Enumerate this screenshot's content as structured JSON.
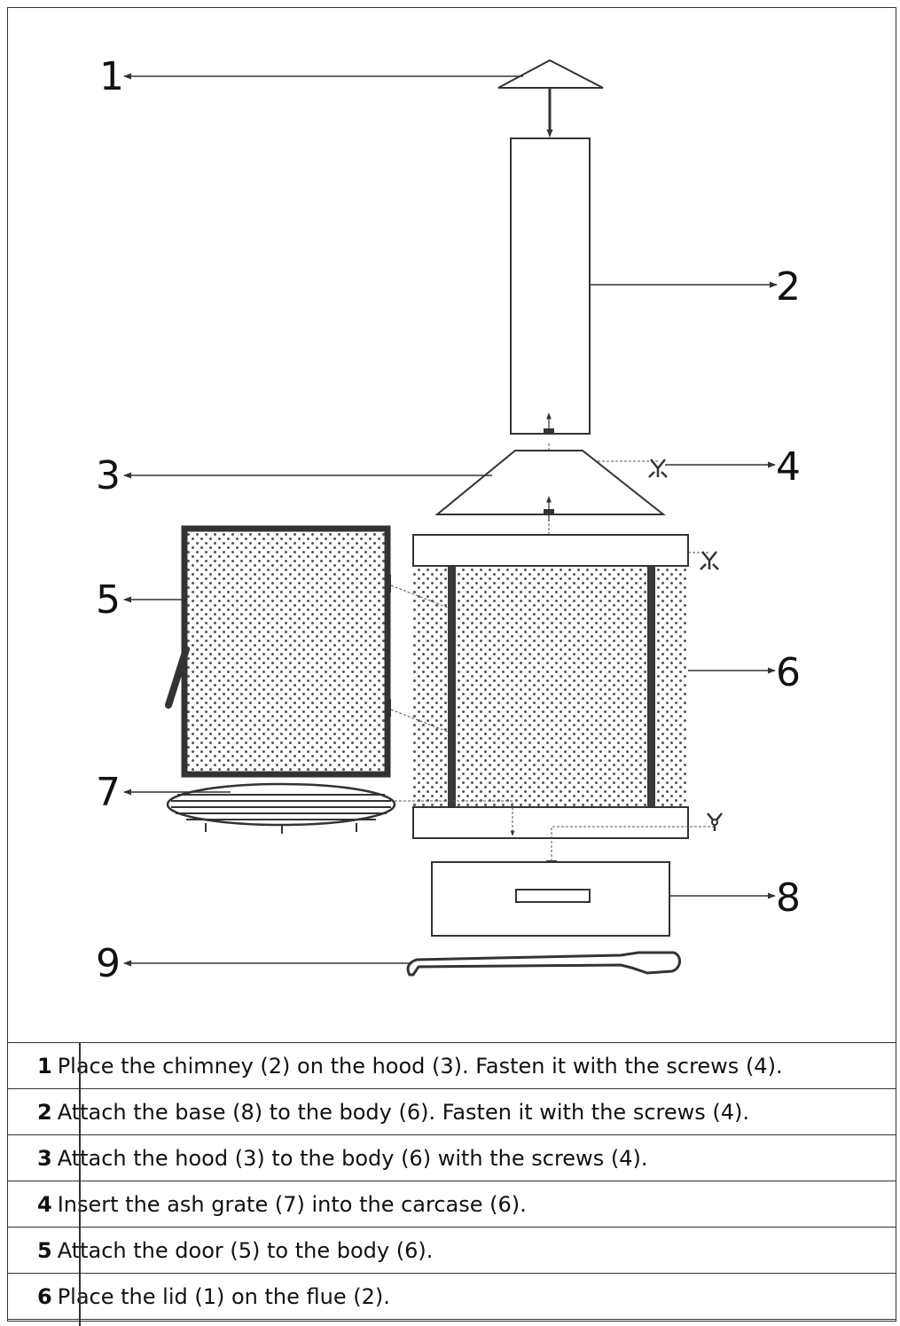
{
  "diagram": {
    "callouts": [
      "1",
      "2",
      "3",
      "4",
      "5",
      "6",
      "7",
      "8",
      "9"
    ]
  },
  "steps": [
    {
      "num": "1",
      "text": "Place the chimney (2) on the hood (3). Fasten it with the screws (4)."
    },
    {
      "num": "2",
      "text": "Attach the base (8) to the body (6). Fasten it with the screws (4)."
    },
    {
      "num": "3",
      "text": "Attach the hood (3) to the body (6) with the screws (4)."
    },
    {
      "num": "4",
      "text": "Insert the ash grate (7) into the carcase (6)."
    },
    {
      "num": "5",
      "text": "Attach the door (5) to the body (6)."
    },
    {
      "num": "6",
      "text": "Place the lid (1) on the flue (2)."
    }
  ],
  "colors": {
    "line": "#333333",
    "text": "#111111"
  }
}
